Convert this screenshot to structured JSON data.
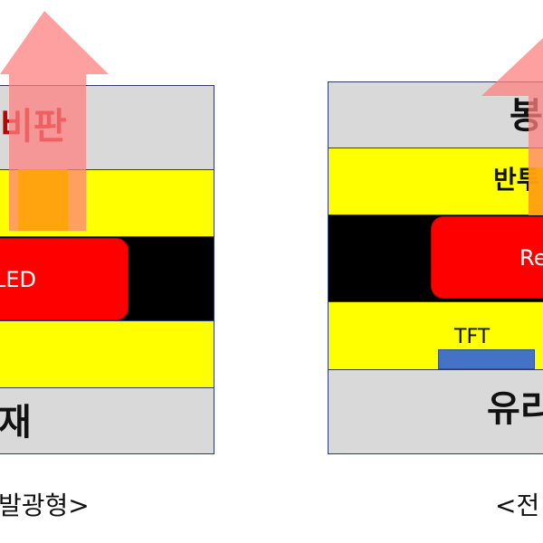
{
  "left": {
    "top_label": "비판",
    "oled_label": "LED",
    "bottom_label": "재",
    "caption": "발광형>"
  },
  "right": {
    "top_label": "봉",
    "yellow_label": "반투",
    "oled_label": "Re",
    "tft_label": "TFT",
    "bottom_label": "유리",
    "caption": "<전"
  },
  "colors": {
    "substrate": "#d9d9d9",
    "layer": "#ffff00",
    "black": "#000000",
    "oled": "#ff0000",
    "tft": "#4472c4",
    "arrow": "#ff8080",
    "arrow_core": "#ffa500",
    "border": "#2f3b62"
  }
}
